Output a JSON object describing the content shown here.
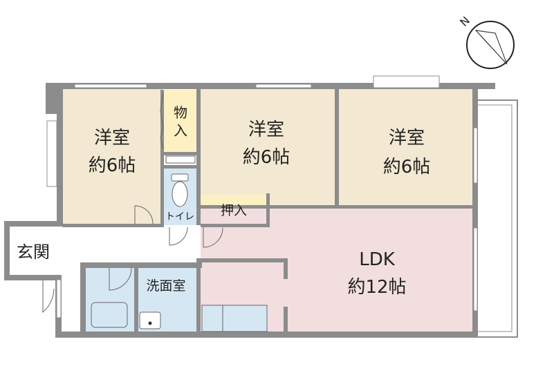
{
  "rooms": {
    "western_1": {
      "name": "洋室",
      "size": "約6帖"
    },
    "western_2": {
      "name": "洋室",
      "size": "約6帖"
    },
    "western_3": {
      "name": "洋室",
      "size": "約6帖"
    },
    "storage": {
      "line1": "物",
      "line2": "入"
    },
    "closet": {
      "label": "押入"
    },
    "toilet": {
      "label": "トイレ"
    },
    "entrance": {
      "label": "玄関"
    },
    "washroom": {
      "label": "洗面室"
    },
    "ldk": {
      "name": "LDK",
      "size": "約12帖"
    }
  },
  "compass": {
    "north_label": "N"
  },
  "colors": {
    "western_room": "#f3e8d2",
    "storage": "#fdf0c2",
    "wet_area": "#d6e7f4",
    "ldk": "#f2dedf",
    "wall": "#8c8c8c"
  }
}
